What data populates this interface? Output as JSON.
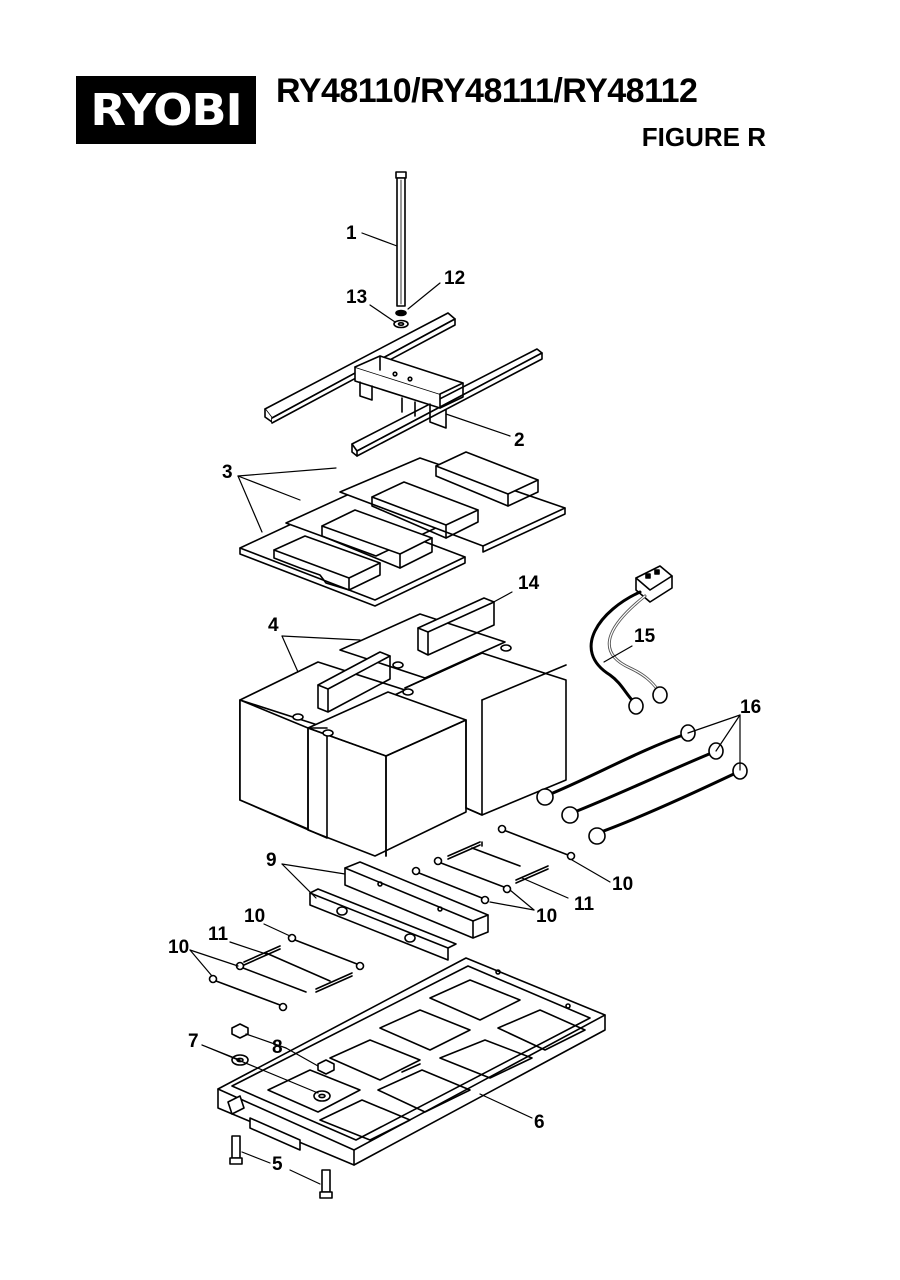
{
  "header": {
    "brand": "RYOBI",
    "model": "RY48110/RY48111/RY48112",
    "figure": "FIGURE R"
  },
  "callouts": {
    "c1": "1",
    "c2": "2",
    "c3": "3",
    "c4": "4",
    "c5": "5",
    "c6": "6",
    "c7": "7",
    "c8": "8",
    "c9": "9",
    "c10a": "10",
    "c10b": "10",
    "c10c": "10",
    "c10d": "10",
    "c11a": "11",
    "c11b": "11",
    "c12": "12",
    "c13": "13",
    "c14": "14",
    "c15": "15",
    "c16": "16"
  }
}
